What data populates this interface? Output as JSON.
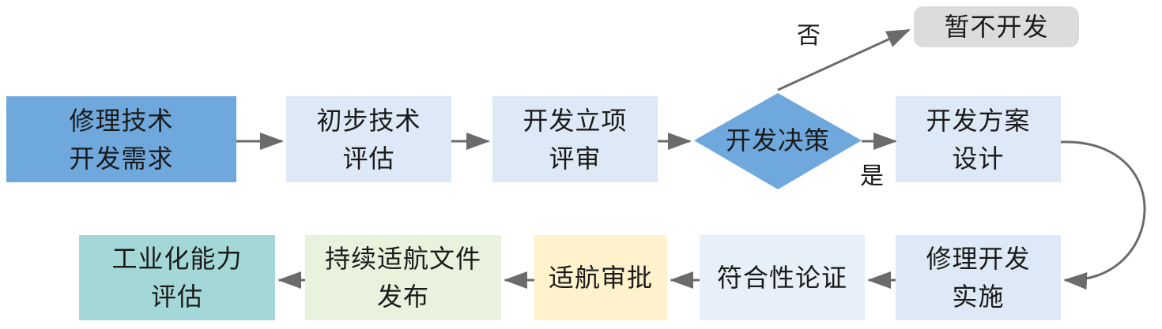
{
  "colors": {
    "primary_blue": "#6fa8dc",
    "light_blue": "#dde9f6",
    "pale_blue": "#e7eff9",
    "light_green": "#e8f2dc",
    "light_yellow": "#fff2cc",
    "teal": "#a4d8d8",
    "gray": "#dcdcdc",
    "arrow": "#6b6b6b"
  },
  "nodes": {
    "demand": {
      "label": "修理技术\n开发需求"
    },
    "eval": {
      "label": "初步技术\n评估"
    },
    "review": {
      "label": "开发立项\n评审"
    },
    "decision": {
      "label": "开发决策"
    },
    "design": {
      "label": "开发方案\n设计"
    },
    "impl": {
      "label": "修理开发\n实施"
    },
    "comp": {
      "label": "符合性论证"
    },
    "appr": {
      "label": "适航审批"
    },
    "pub": {
      "label": "持续适航文件\n发布"
    },
    "ind": {
      "label": "工业化能力\n评估"
    },
    "nodev": {
      "label": "暂不开发"
    }
  },
  "edge_labels": {
    "no": "否",
    "yes": "是"
  }
}
